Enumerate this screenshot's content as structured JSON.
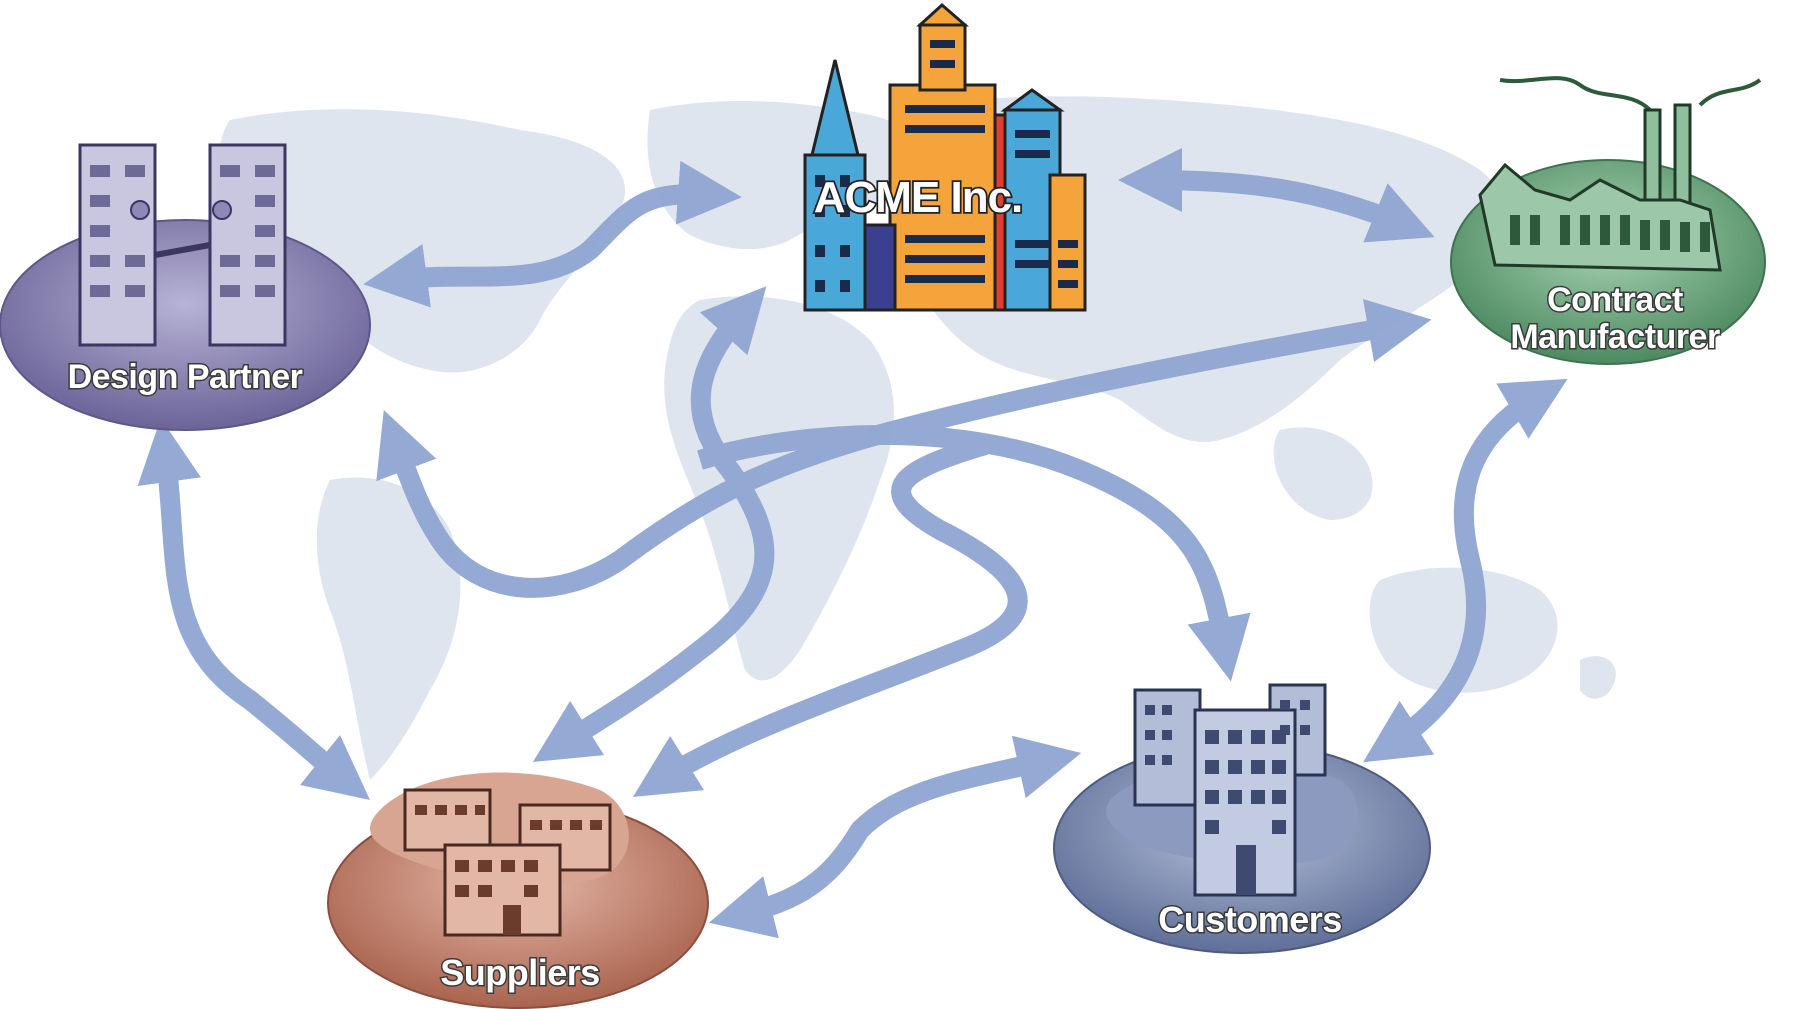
{
  "nodes": {
    "acme": {
      "label": "ACME Inc."
    },
    "design_partner": {
      "label": "Design Partner",
      "color": "#7a73a6"
    },
    "contract_manufacturer": {
      "label_line1": "Contract",
      "label_line2": "Manufacturer",
      "color": "#5f9a72"
    },
    "suppliers": {
      "label": "Suppliers",
      "color": "#b97a68"
    },
    "customers": {
      "label": "Customers",
      "color": "#6f7fa6"
    }
  },
  "icons": {
    "acme": "city-skyscrapers-icon",
    "design_partner": "handshake-buildings-icon",
    "contract_manufacturer": "factory-icon",
    "suppliers": "warehouse-buildings-icon",
    "customers": "office-towers-icon"
  },
  "colors": {
    "arrow": "#8fa6d2",
    "map": "#dfe5ee"
  }
}
